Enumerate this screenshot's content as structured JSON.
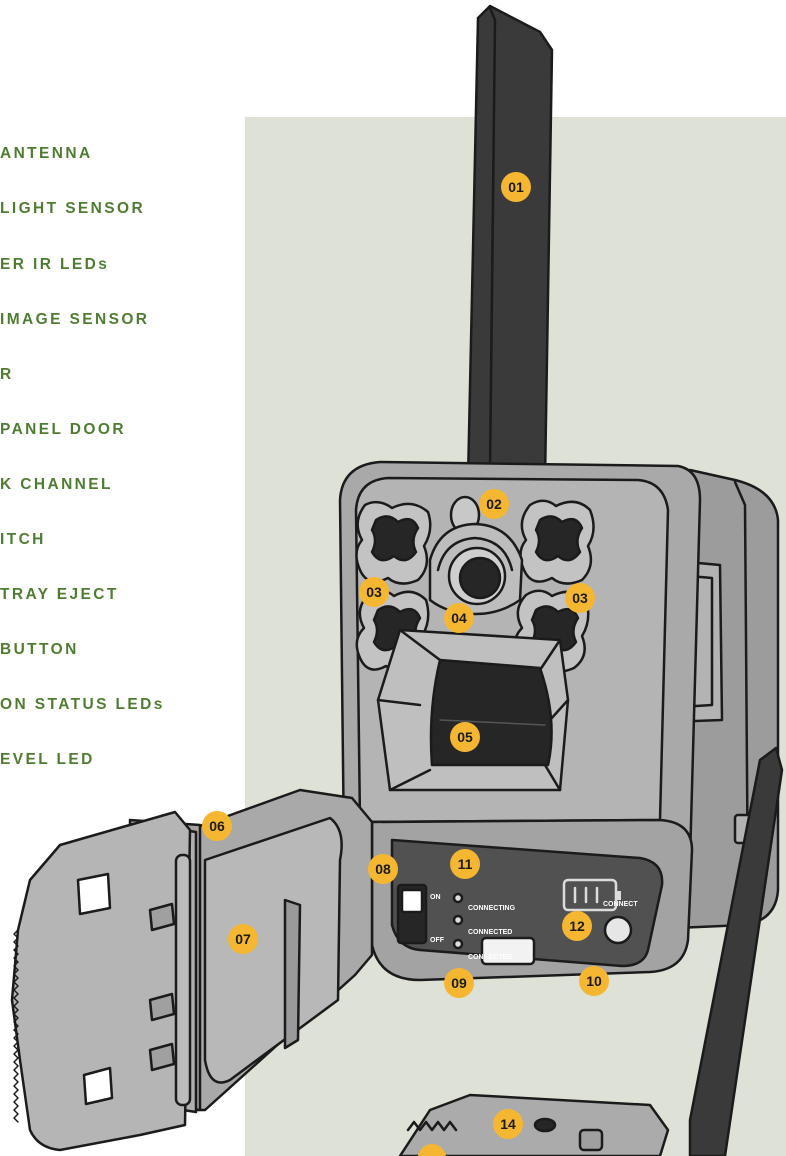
{
  "colors": {
    "label_green": "#4e7d32",
    "panel_bg": "#dee2d6",
    "badge_fill": "#f5b731",
    "housing_gray": "#a9a9a9",
    "housing_dark": "#262626",
    "control_panel": "#515151"
  },
  "labels": [
    "ANTENNA",
    "LIGHT SENSOR",
    "ER IR LEDs",
    "IMAGE SENSOR",
    "R",
    "PANEL DOOR",
    "K CHANNEL",
    "ITCH",
    "TRAY EJECT",
    "BUTTON",
    "ON STATUS LEDs",
    "EVEL LED"
  ],
  "callouts": {
    "antenna": "01",
    "light_sensor": "02",
    "ir_leds_left": "03",
    "ir_leds_right": "03",
    "image_sensor": "04",
    "pir_sensor": "05",
    "door": "06",
    "channel": "07",
    "switch": "08",
    "tray": "09",
    "connect_button": "10",
    "status_leds": "11",
    "battery_led": "12",
    "mount": "14"
  },
  "control_panel": {
    "switch_on": "ON",
    "switch_off": "OFF",
    "led_1": "CONNECTING",
    "led_2": "CONNECTED",
    "led_3": "CONNECTED",
    "connect": "CONNECT"
  }
}
